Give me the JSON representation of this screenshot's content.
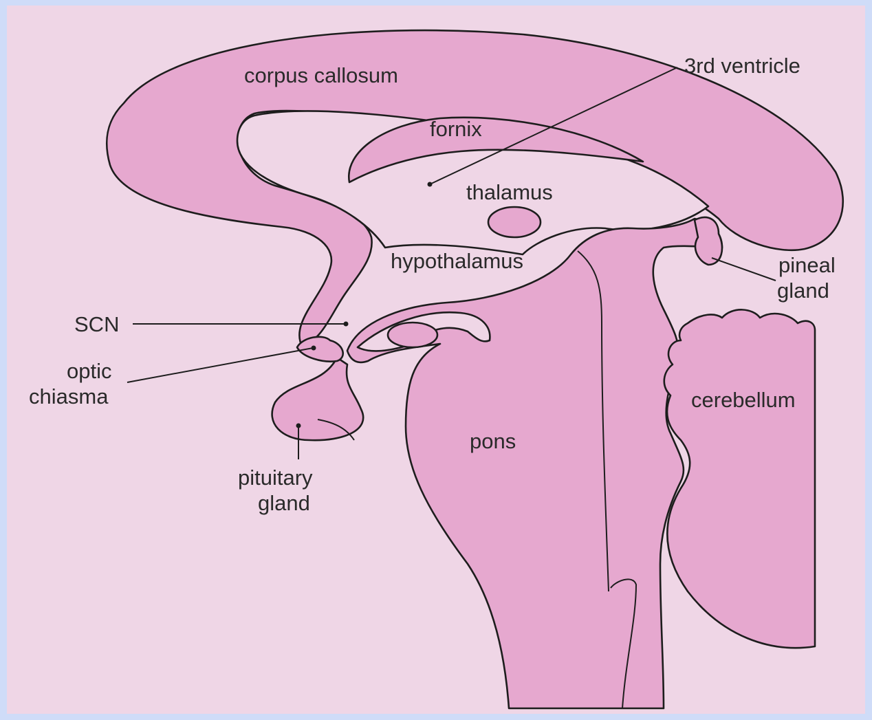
{
  "diagram": {
    "labels": {
      "corpus_callosum": "corpus callosum",
      "third_ventricle": "3rd ventricle",
      "fornix": "fornix",
      "thalamus": "thalamus",
      "hypothalamus": "hypothalamus",
      "pineal_line1": "pineal",
      "pineal_line2": "gland",
      "scn": "SCN",
      "optic_line1": "optic",
      "optic_line2": "chiasma",
      "cerebellum": "cerebellum",
      "pons": "pons",
      "pituitary_line1": "pituitary",
      "pituitary_line2": "gland"
    },
    "colors": {
      "tissue": "#e6a8cf",
      "background": "#efd6e6",
      "frame": "#cfdcf8",
      "outline": "#1d1d1d"
    }
  }
}
